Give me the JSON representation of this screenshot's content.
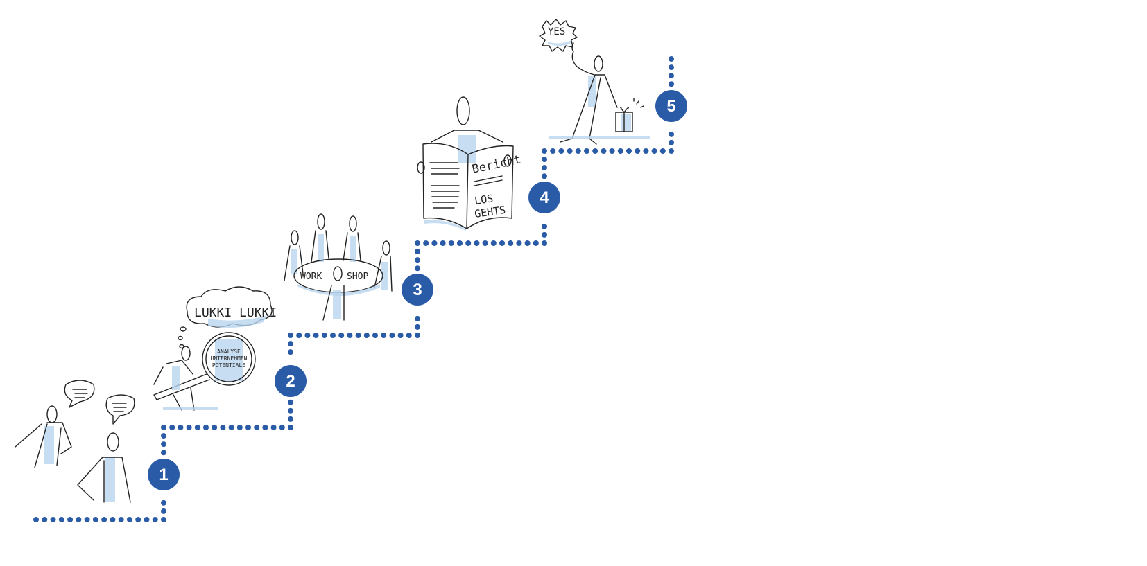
{
  "colors": {
    "path": "#2a5ba6",
    "wash": "#b9d5ef"
  },
  "steps": [
    {
      "number": "1"
    },
    {
      "number": "2"
    },
    {
      "number": "3"
    },
    {
      "number": "4"
    },
    {
      "number": "5"
    }
  ],
  "step2": {
    "thought": "LUKKI LUKKI",
    "lens_lines": [
      "ANALYSE",
      "UNTERNEHMEN",
      "POTENTIALE"
    ]
  },
  "step3": {
    "table_left": "WORK",
    "table_right": "SHOP"
  },
  "step4": {
    "headline": "Bericht",
    "subline_1": "LOS",
    "subline_2": "GEHTS"
  },
  "step5": {
    "exclaim": "YES"
  }
}
